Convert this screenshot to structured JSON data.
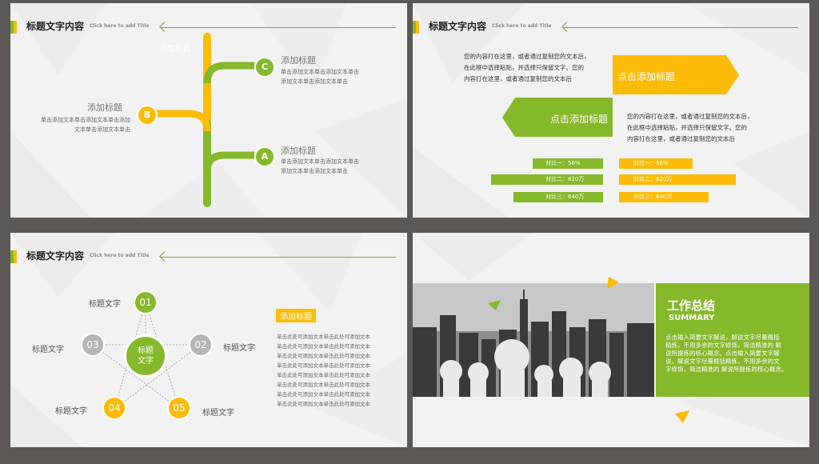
{
  "colors": {
    "green": "#85b82a",
    "yellow": "#fbbb06",
    "gray": "#b5b5b5",
    "dark": "#5b5855"
  },
  "slide1": {
    "header": {
      "title": "标题文字内容",
      "subtitle": "Click here to add Title"
    },
    "top_label": "添加标题",
    "items": [
      {
        "letter": "C",
        "title": "添加标题",
        "line1": "单击添加文本单击添加文本单击",
        "line2": "添加文本单击添加文本单击"
      },
      {
        "letter": "B",
        "title": "添加标题",
        "line1": "单击添加文本单击添加文本单击添加",
        "line2": "文本单击添加文本单击"
      },
      {
        "letter": "A",
        "title": "添加标题",
        "line1": "单击添加文本单击添加文本单击",
        "line2": "添加文本单击添加文本单击"
      }
    ]
  },
  "slide2": {
    "header": {
      "title": "标题文字内容",
      "subtitle": "Click here to add Title"
    },
    "para1": [
      "您的内容打在这里，或者通过复制您的文本后，",
      "在此框中选择粘贴，并选择只保留文字。您的",
      "内容打在这里，或者通过复制您的文本后"
    ],
    "yellow_banner": "点击添加标题",
    "green_banner": "点击添加标题",
    "para2": [
      "您的内容打在这里，或者通过复制您的文本后，",
      "在此框中选择粘贴，并选择只保留文字。您的",
      "内容打在这里，或者通过复制您的文本后"
    ],
    "green_bars": [
      "对比一：56%",
      "对比二：820万",
      "对比三：640万"
    ],
    "yellow_bars": [
      "对比一：56%",
      "对比二：820万",
      "对比三：640万"
    ]
  },
  "slide3": {
    "header": {
      "title": "标题文字内容",
      "subtitle": "Click here to add Title"
    },
    "center": [
      "标题",
      "文字"
    ],
    "nodes": [
      {
        "num": "01",
        "label": "标题文字"
      },
      {
        "num": "02",
        "label": "标题文字"
      },
      {
        "num": "03",
        "label": "标题文字"
      },
      {
        "num": "04",
        "label": "标题文字"
      },
      {
        "num": "05",
        "label": "标题文字"
      }
    ],
    "box_title": "添加标题",
    "lines": [
      "单击此处可添加文本单击此处可添加文本",
      "单击此处可添加文本单击此处可添加文本",
      "单击此处可添加文本单击此处可添加文本",
      "单击此处可添加文本单击此处可添加文本",
      "单击此处可添加文本单击此处可添加文本",
      "单击此处可添加文本单击此处可添加文本",
      "单击此处可添加文本单击此处可添加文本",
      "单击此处可添加文本单击此处可添加文本"
    ]
  },
  "slide4": {
    "title": "工作总结",
    "subtitle": "SUMMARY",
    "body": [
      "点击输入简要文字解说，解说文字尽量概括",
      "精炼，不用多余的文字修饰，简洁精准的 解",
      "说所提炼的核心概念。点击输入简要文字解",
      "说，解说文字尽量概括精炼，不用多余的文",
      "字修饰，简洁精准的 解说所提炼的核心概念。"
    ]
  }
}
